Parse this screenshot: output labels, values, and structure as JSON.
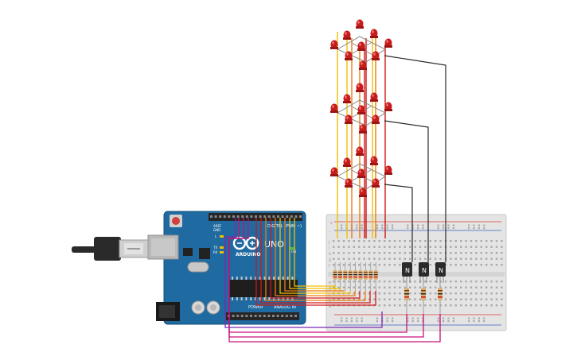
{
  "board": {
    "brand": "ARDUINO",
    "model": "UNO",
    "digital_header": "DIGITAL (PWM ~)",
    "power_header": "POWER",
    "analog_header": "ANALOG IN",
    "pin_aref": "AREF",
    "pin_gnd": "GND",
    "led_l": "L",
    "led_tx": "TX",
    "led_rx": "RX",
    "led_on": "ON"
  },
  "transistors": [
    {
      "label": "N"
    },
    {
      "label": "N"
    },
    {
      "label": "N"
    }
  ],
  "breadboard": {
    "top_rail_plus": "+",
    "top_rail_minus": "-",
    "row_letters": [
      "a",
      "b",
      "c",
      "d",
      "e",
      "f",
      "g",
      "h",
      "i",
      "j"
    ]
  },
  "led_cube": {
    "layers": 3,
    "columns": 9,
    "led_color": "#c81c1c"
  },
  "colors": {
    "arduino_blue": "#1f6aa0",
    "breadboard": "#e6e6e6",
    "wire_red": "#d01818",
    "wire_yellow": "#f0c000",
    "wire_orange": "#ee7a10",
    "wire_magenta": "#c8107a",
    "wire_purple": "#7a2ab0",
    "wire_black": "#2a2a2a"
  }
}
